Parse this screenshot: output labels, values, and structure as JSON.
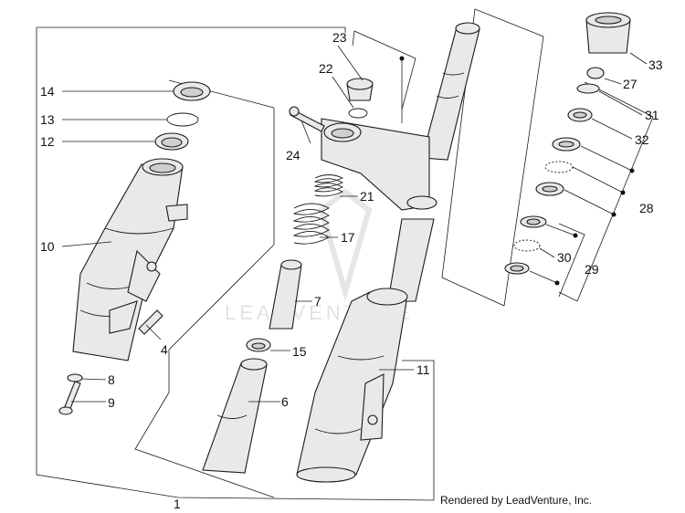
{
  "watermark": "LEADVENTURE",
  "footer": "Rendered by LeadVenture, Inc.",
  "labels": {
    "l1": "1",
    "l4": "4",
    "l6": "6",
    "l7": "7",
    "l8": "8",
    "l9": "9",
    "l10": "10",
    "l11": "11",
    "l12": "12",
    "l13": "13",
    "l14": "14",
    "l15": "15",
    "l17": "17",
    "l21": "21",
    "l22": "22",
    "l23": "23",
    "l24": "24",
    "l27": "27",
    "l28": "28",
    "l29": "29",
    "l30": "30",
    "l31": "31",
    "l32": "32",
    "l33": "33"
  }
}
